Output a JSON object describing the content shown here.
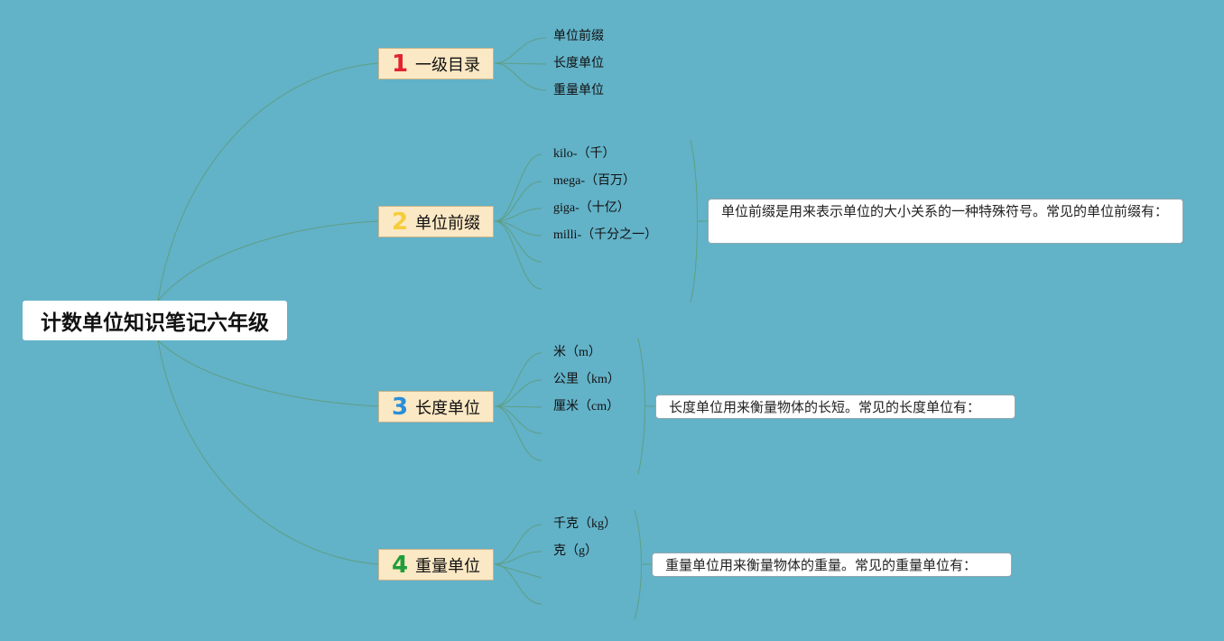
{
  "root": {
    "title": "计数单位知识笔记六年级"
  },
  "branches": [
    {
      "num": "1",
      "num_color": "#e2222f",
      "label": "一级目录",
      "leaves": [
        "单位前缀",
        "长度单位",
        "重量单位"
      ]
    },
    {
      "num": "2",
      "num_color": "#f5cd3a",
      "label": "单位前缀",
      "leaves": [
        "kilo-（千）",
        "mega-（百万）",
        "giga-（十亿）",
        "milli-（千分之一）"
      ],
      "note": "单位前缀是用来表示单位的大小关系的一种特殊符号。常见的单位前缀有："
    },
    {
      "num": "3",
      "num_color": "#2a8fd8",
      "label": "长度单位",
      "leaves": [
        "米（m）",
        "公里（km）",
        "厘米（cm）"
      ],
      "note": "长度单位用来衡量物体的长短。常见的长度单位有："
    },
    {
      "num": "4",
      "num_color": "#1f9e3a",
      "label": "重量单位",
      "leaves": [
        "千克（kg）",
        "克（g）"
      ],
      "note": "重量单位用来衡量物体的重量。常见的重量单位有："
    }
  ],
  "colors": {
    "background": "#62b2c8",
    "line": "#5a9e7c"
  }
}
